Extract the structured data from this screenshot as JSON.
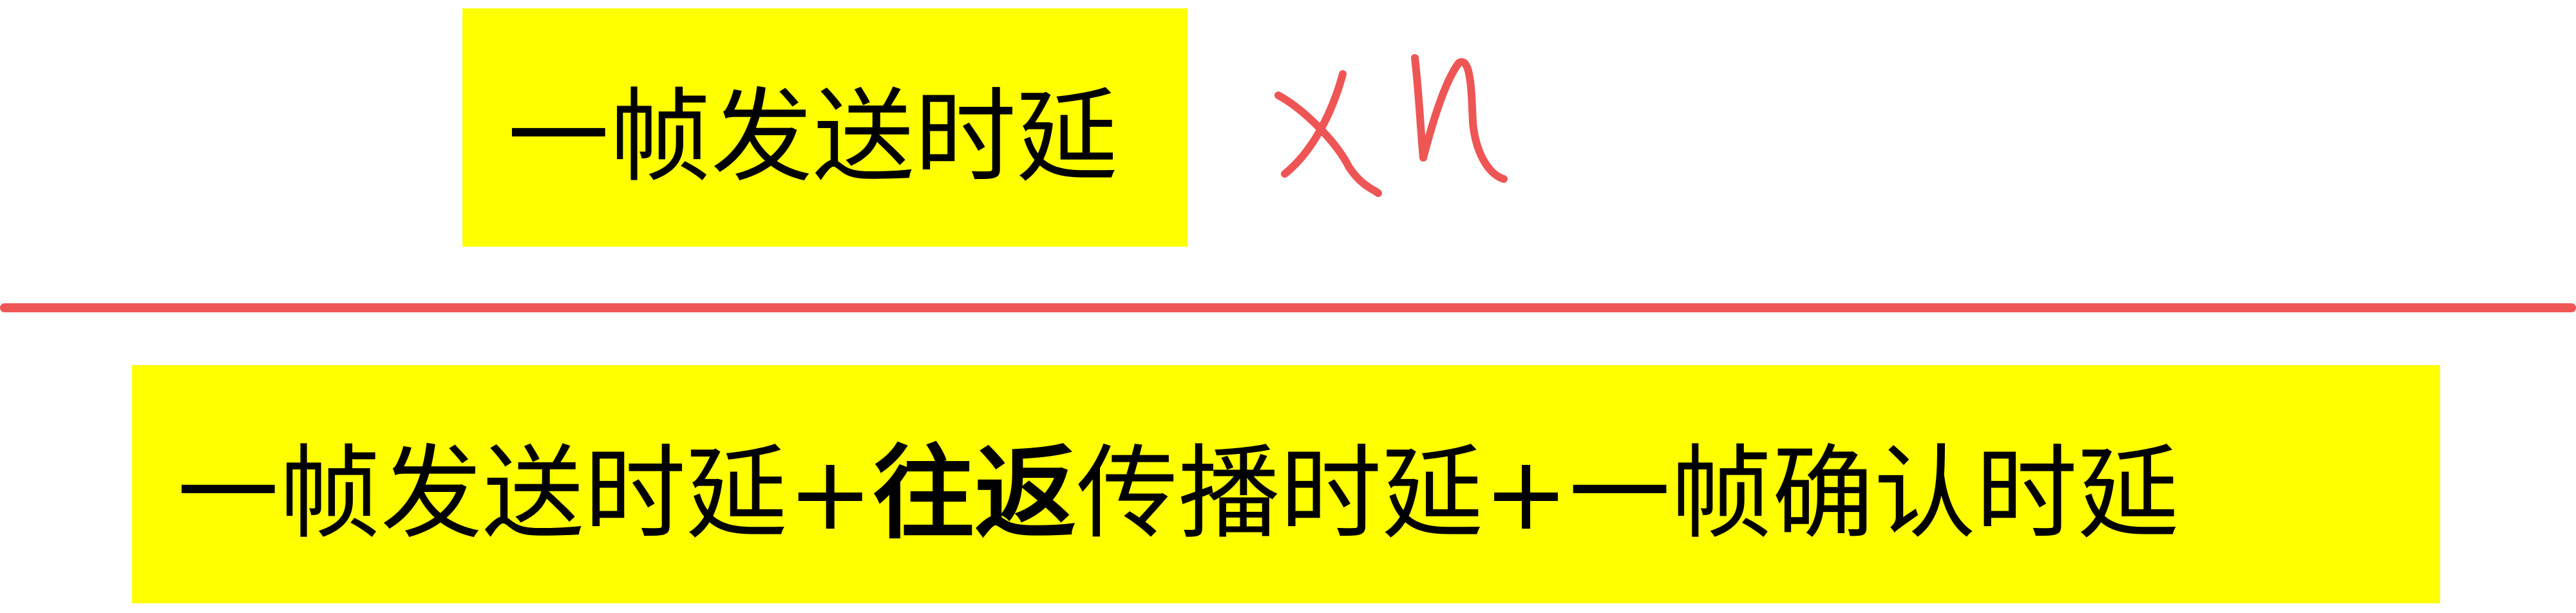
{
  "colors": {
    "highlight": "#ffff00",
    "annotation": "#ee5555",
    "text": "#000000",
    "background": "#ffffff"
  },
  "numerator": {
    "text": "一帧发送时延"
  },
  "multiplier": {
    "text": "x n"
  },
  "denominator": {
    "part1": "一帧发送时延+",
    "part2_bold": "往返",
    "part3": "传播时延+一帧确认时延"
  }
}
